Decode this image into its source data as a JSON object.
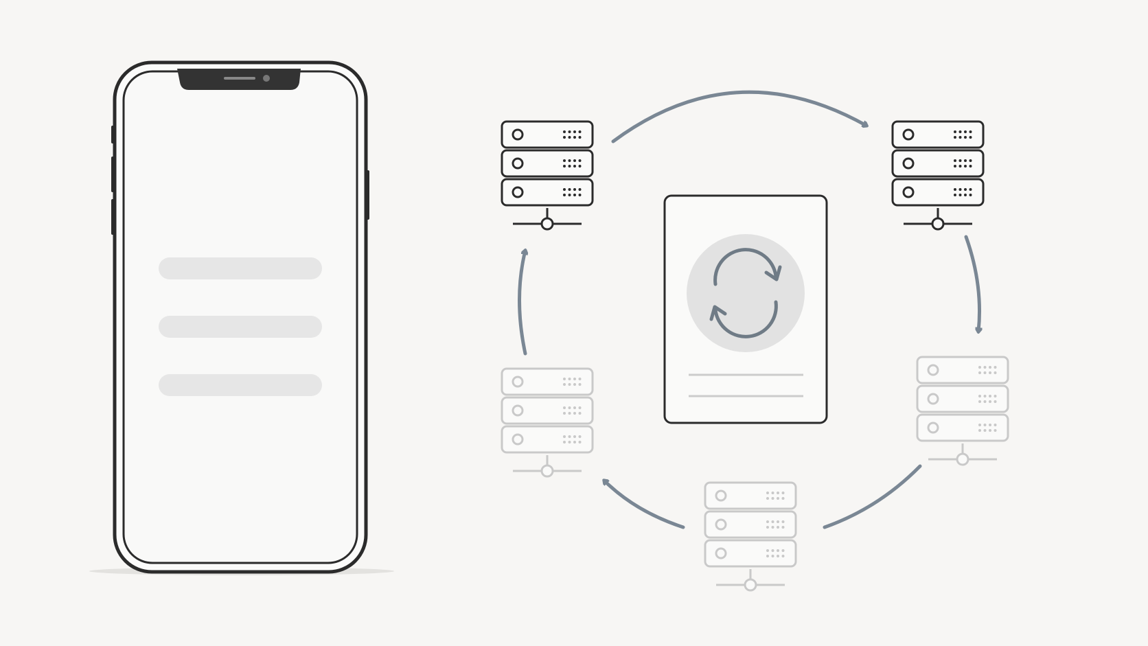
{
  "palette": {
    "background": "#f7f6f4",
    "outline": "#2b2b2b",
    "outline_faded": "#c9c9c9",
    "arrow": "#7a8794",
    "placeholder": "#e6e6e6",
    "sync_circle": "#e2e2e2",
    "sync_icon": "#6f7b86",
    "doc_line": "#cccccc"
  },
  "phone": {
    "screen_placeholder_lines": 3
  },
  "servers": [
    {
      "id": "server-top-left",
      "state": "active"
    },
    {
      "id": "server-top-right",
      "state": "active"
    },
    {
      "id": "server-right",
      "state": "faded"
    },
    {
      "id": "server-bottom",
      "state": "faded"
    },
    {
      "id": "server-left",
      "state": "faded"
    }
  ],
  "cycle": {
    "direction": "clockwise",
    "arrows": 5
  },
  "document": {
    "icon": "sync-icon",
    "text_lines": 2
  }
}
